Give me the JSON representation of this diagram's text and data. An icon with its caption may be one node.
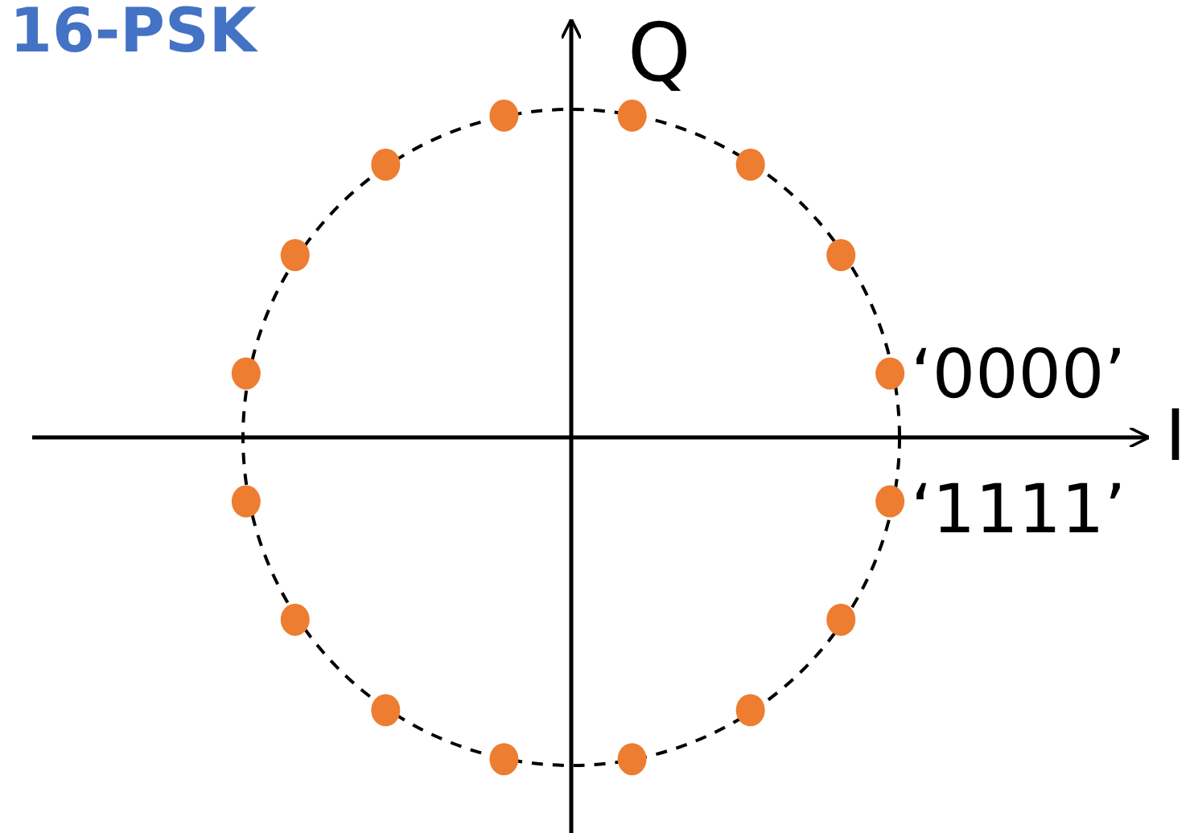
{
  "diagram": {
    "title": "16-PSK",
    "labels": [
      "Q",
      "I",
      "‘0000’",
      "‘1111’"
    ]
  }
}
